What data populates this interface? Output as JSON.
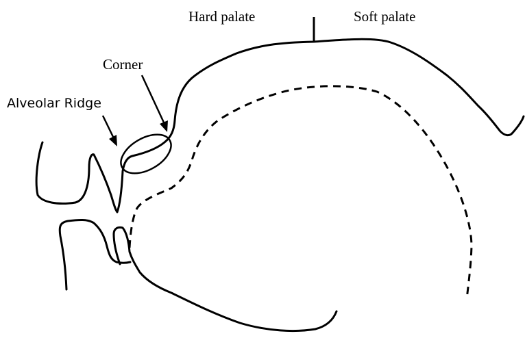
{
  "labels": {
    "hard_palate": "Hard palate",
    "soft_palate": "Soft palate",
    "corner": "Corner",
    "alveolar_ridge": "Alveolar Ridge"
  },
  "colors": {
    "line": "#000000",
    "background": "#ffffff"
  }
}
